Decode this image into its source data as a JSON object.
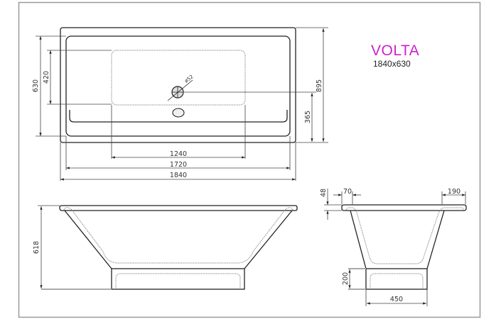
{
  "product": {
    "name": "VOLTA",
    "size": "1840x630",
    "name_color": "#cc22cc"
  },
  "views": {
    "top": {
      "dims": {
        "width_outer": "1840",
        "width_inner": "1720",
        "basin_length": "1240",
        "depth_inner": "630",
        "basin_width": "420",
        "depth_outer": "895",
        "drain_offset": "365",
        "drain_diameter": "ø52"
      }
    },
    "side": {
      "dims": {
        "height": "618"
      }
    },
    "end": {
      "dims": {
        "rim_thickness": "48",
        "rim_left": "70",
        "rim_right": "190",
        "pedestal_height": "200",
        "pedestal_width": "450"
      }
    }
  }
}
